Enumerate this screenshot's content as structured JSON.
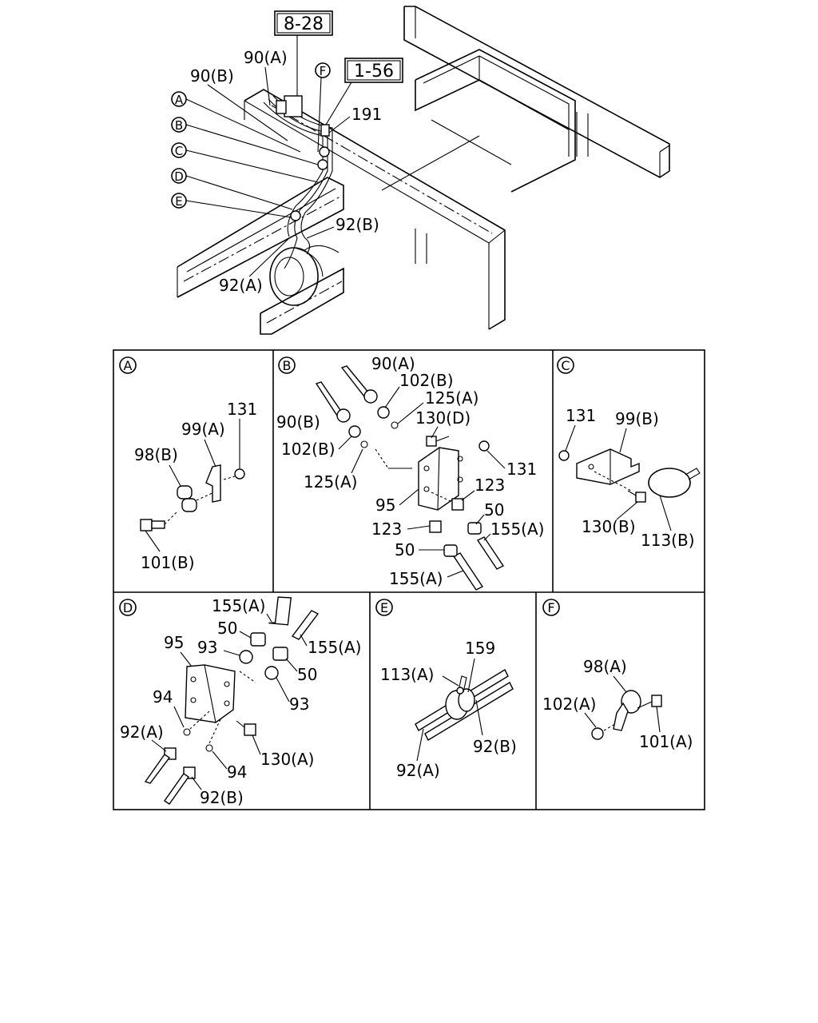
{
  "overview": {
    "refs": {
      "ref_8_28": "8-28",
      "ref_1_56": "1-56"
    },
    "callouts": {
      "c90A": "90(A)",
      "c90B": "90(B)",
      "c191": "191",
      "c92B": "92(B)",
      "c92A": "92(A)"
    },
    "markers": {
      "A": "A",
      "B": "B",
      "C": "C",
      "D": "D",
      "E": "E",
      "F": "F"
    }
  },
  "panels": {
    "A": {
      "letter": "A",
      "labels": {
        "l131": "131",
        "l99A": "99(A)",
        "l98B": "98(B)",
        "l101B": "101(B)"
      }
    },
    "B": {
      "letter": "B",
      "labels": {
        "l90A": "90(A)",
        "l102B_top": "102(B)",
        "l125A_top": "125(A)",
        "l90B": "90(B)",
        "l130D": "130(D)",
        "l102B_left": "102(B)",
        "l131": "131",
        "l125A_left": "125(A)",
        "l123_right": "123",
        "l95": "95",
        "l50_right": "50",
        "l123_left": "123",
        "l155A_right": "155(A)",
        "l50_left": "50",
        "l155A_bottom": "155(A)"
      }
    },
    "C": {
      "letter": "C",
      "labels": {
        "l131": "131",
        "l99B": "99(B)",
        "l130B": "130(B)",
        "l113B": "113(B)"
      }
    },
    "D": {
      "letter": "D",
      "labels": {
        "l155A_top": "155(A)",
        "l50_top": "50",
        "l95": "95",
        "l93_top": "93",
        "l155A_right": "155(A)",
        "l50_right": "50",
        "l94_top": "94",
        "l93_right": "93",
        "l92A": "92(A)",
        "l130A": "130(A)",
        "l94_bottom": "94",
        "l92B": "92(B)"
      }
    },
    "E": {
      "letter": "E",
      "labels": {
        "l159": "159",
        "l113A": "113(A)",
        "l92B": "92(B)",
        "l92A": "92(A)"
      }
    },
    "F": {
      "letter": "F",
      "labels": {
        "l98A": "98(A)",
        "l102A": "102(A)",
        "l101A": "101(A)"
      }
    }
  }
}
